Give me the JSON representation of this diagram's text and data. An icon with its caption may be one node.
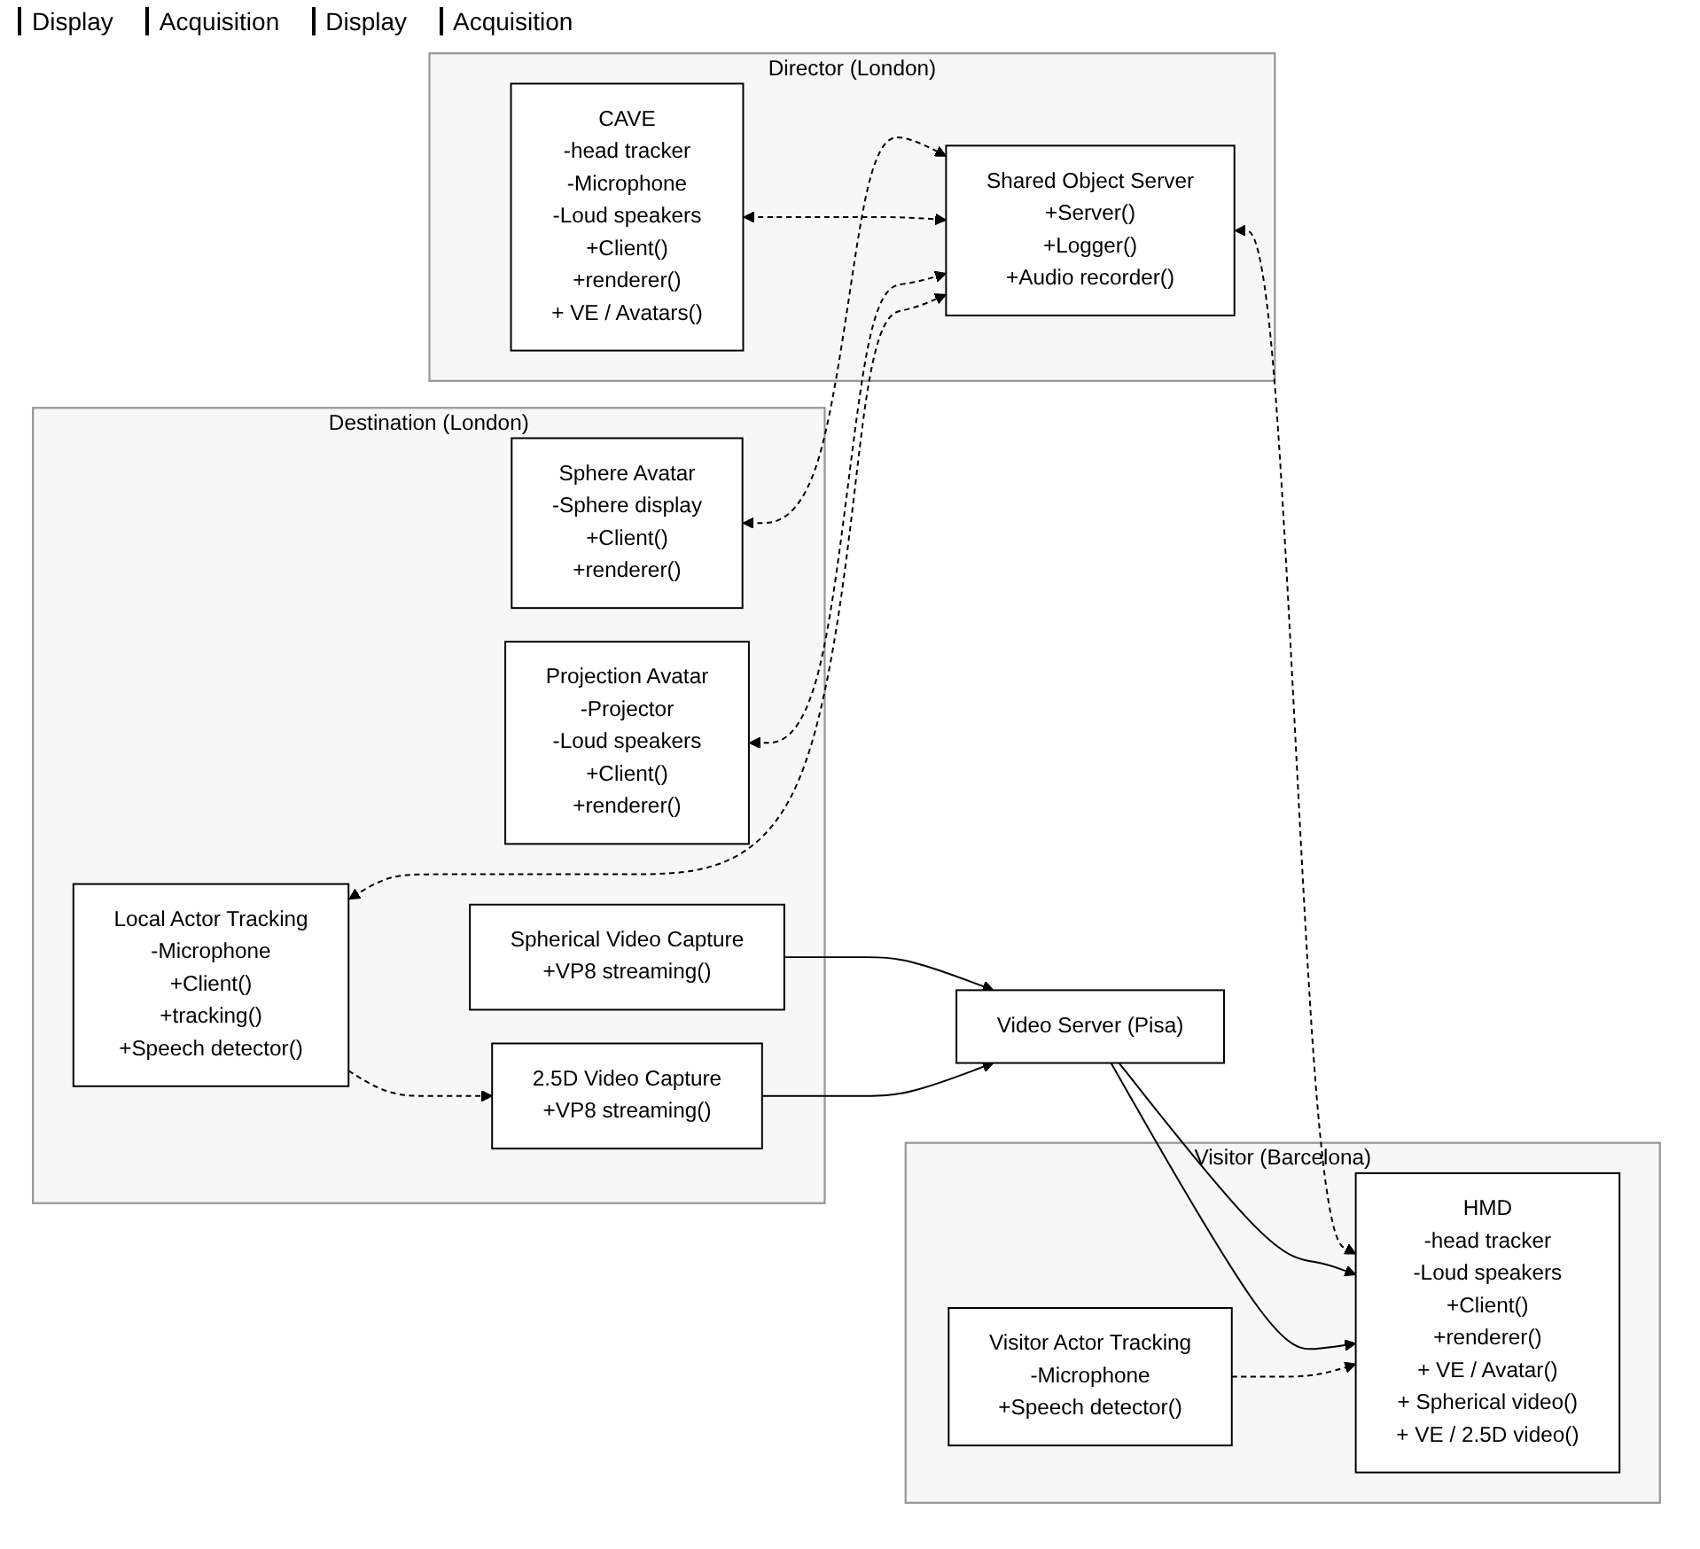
{
  "diagram": {
    "nodes": [
      {
        "text": [
          "Destination (London)"
        ]
      },
      {
        "text": [
          "Sphere Avatar",
          "-Sphere display",
          "+Client()",
          "+renderer()"
        ],
        "in": 0
      },
      {
        "text": [
          "Projection Avatar",
          "-Projector",
          "-Loud speakers",
          "+Client()",
          "+renderer()"
        ],
        "in": 0
      },
      {
        "text": [
          "Local Actor Tracking",
          "-Microphone",
          "+Client()",
          "+tracking()",
          "+Speech detector()"
        ],
        "in": 0
      },
      {
        "text": [
          "Spherical Video Capture",
          "+VP8 streaming()"
        ],
        "in": 0
      },
      {
        "text": [
          "2.5D Video Capture",
          "+VP8 streaming()"
        ],
        "in": 0
      },
      {
        "text": [
          "Video Server (Pisa)"
        ]
      },
      {
        "text": [
          "Director (London)"
        ]
      },
      {
        "text": [
          "CAVE",
          "-head tracker",
          "-Microphone",
          "-Loud speakers",
          "+Client()",
          "+renderer()",
          "+ VE / Avatars()"
        ],
        "in": 7
      },
      {
        "text": [
          "Shared Object Server",
          "+Server()",
          "+Logger()",
          "+Audio recorder()"
        ],
        "in": 7
      },
      {
        "text": [
          "Visitor (Barcelona)"
        ]
      },
      {
        "text": [
          "HMD",
          "-head tracker",
          "-Loud speakers",
          "+Client()",
          "+renderer()",
          "+ VE / Avatar()",
          "+ Spherical video()",
          "+ VE / 2.5D video()"
        ],
        "in": 10
      },
      {
        "text": [
          "Visitor Actor Tracking",
          "-Microphone",
          "+Speech detector()"
        ],
        "in": 10
      }
    ],
    "edges": [
      {
        "from": 1,
        "to": 9,
        "arrow": "both",
        "style": "dashed"
      },
      {
        "from": 8,
        "to": 9,
        "arrow": "both",
        "style": "dashed"
      },
      {
        "from": 2,
        "to": 9,
        "arrow": "both",
        "style": "dashed"
      },
      {
        "from": 3,
        "to": 9,
        "arrow": "both",
        "style": "dashed"
      },
      {
        "from": 9,
        "to": 11,
        "arrow": "both",
        "style": "dashed"
      },
      {
        "from": 3,
        "to": 5,
        "arrow": "to",
        "style": "dashed"
      },
      {
        "from": 4,
        "to": 6,
        "arrow": "to"
      },
      {
        "from": 5,
        "to": 6,
        "arrow": "to"
      },
      {
        "from": 6,
        "to": 11,
        "arrow": "to"
      },
      {
        "from": 6,
        "to": 11,
        "arrow": "to"
      },
      {
        "from": 12,
        "to": 11,
        "arrow": "to",
        "style": "dashed"
      }
    ],
    "labels": [
      "Display",
      "Acquisition",
      "Display",
      "Acquisition"
    ]
  }
}
